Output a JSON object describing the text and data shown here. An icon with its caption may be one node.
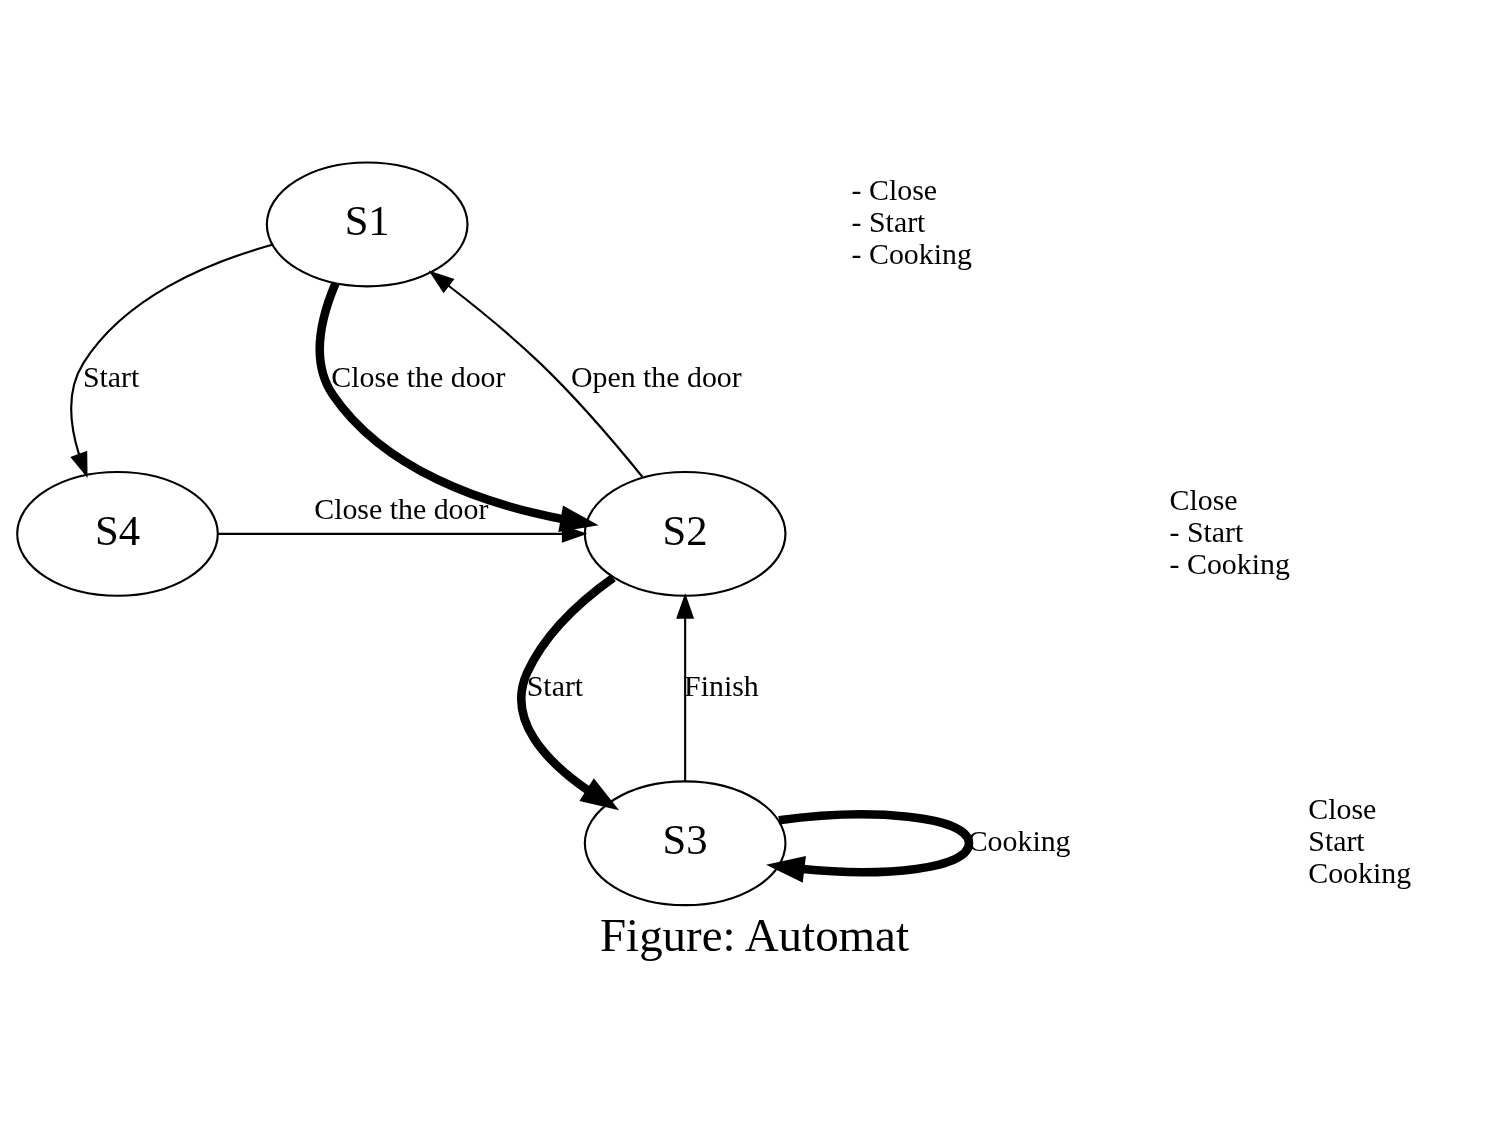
{
  "diagram": {
    "caption": "Figure: Automat",
    "nodes": [
      {
        "text": [
          "S1"
        ],
        "beside": [
          "- Close",
          "- Start",
          "- Cooking"
        ]
      },
      {
        "text": [
          "S2"
        ],
        "beside": [
          "Close",
          "- Start",
          "- Cooking"
        ]
      },
      {
        "text": [
          "S3"
        ],
        "beside": [
          "Close",
          "Start",
          "Cooking"
        ]
      },
      {
        "text": [
          "S4"
        ]
      }
    ],
    "edges": [
      {
        "from": 0,
        "to": 3,
        "arrow": "to",
        "label": "Start"
      },
      {
        "from": 0,
        "to": 1,
        "arrow": "to",
        "label": "Close the door",
        "style": "thick"
      },
      {
        "from": 1,
        "to": 0,
        "arrow": "to",
        "label": "Open the door"
      },
      {
        "from": 3,
        "to": 1,
        "arrow": "to",
        "label": "Close the door"
      },
      {
        "from": 1,
        "to": 2,
        "arrow": "to",
        "label": "Start",
        "style": "thick"
      },
      {
        "from": 2,
        "to": 1,
        "arrow": "to",
        "label": "Finish"
      },
      {
        "from": 2,
        "to": 2,
        "arrow": "to",
        "label": "Cooking",
        "style": "thick"
      }
    ]
  }
}
